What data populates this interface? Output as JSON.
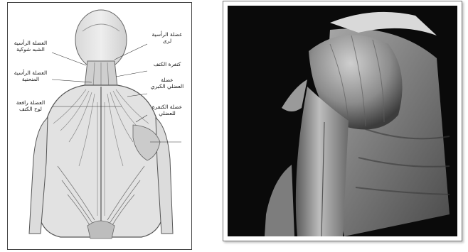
{
  "left_figure": {
    "labels": [
      "العضلة الرأسية\nالشبه شوكية",
      "العضلة الرأسية\nالمنحنية",
      "العضلة رافعة\nلوح الكتف",
      "عضلة الرأسية\nلرى",
      "كتفرة الكتف",
      "عضلة\nالعضلي الكبري",
      "عضلة الكتفرة\nللعضلي"
    ]
  }
}
